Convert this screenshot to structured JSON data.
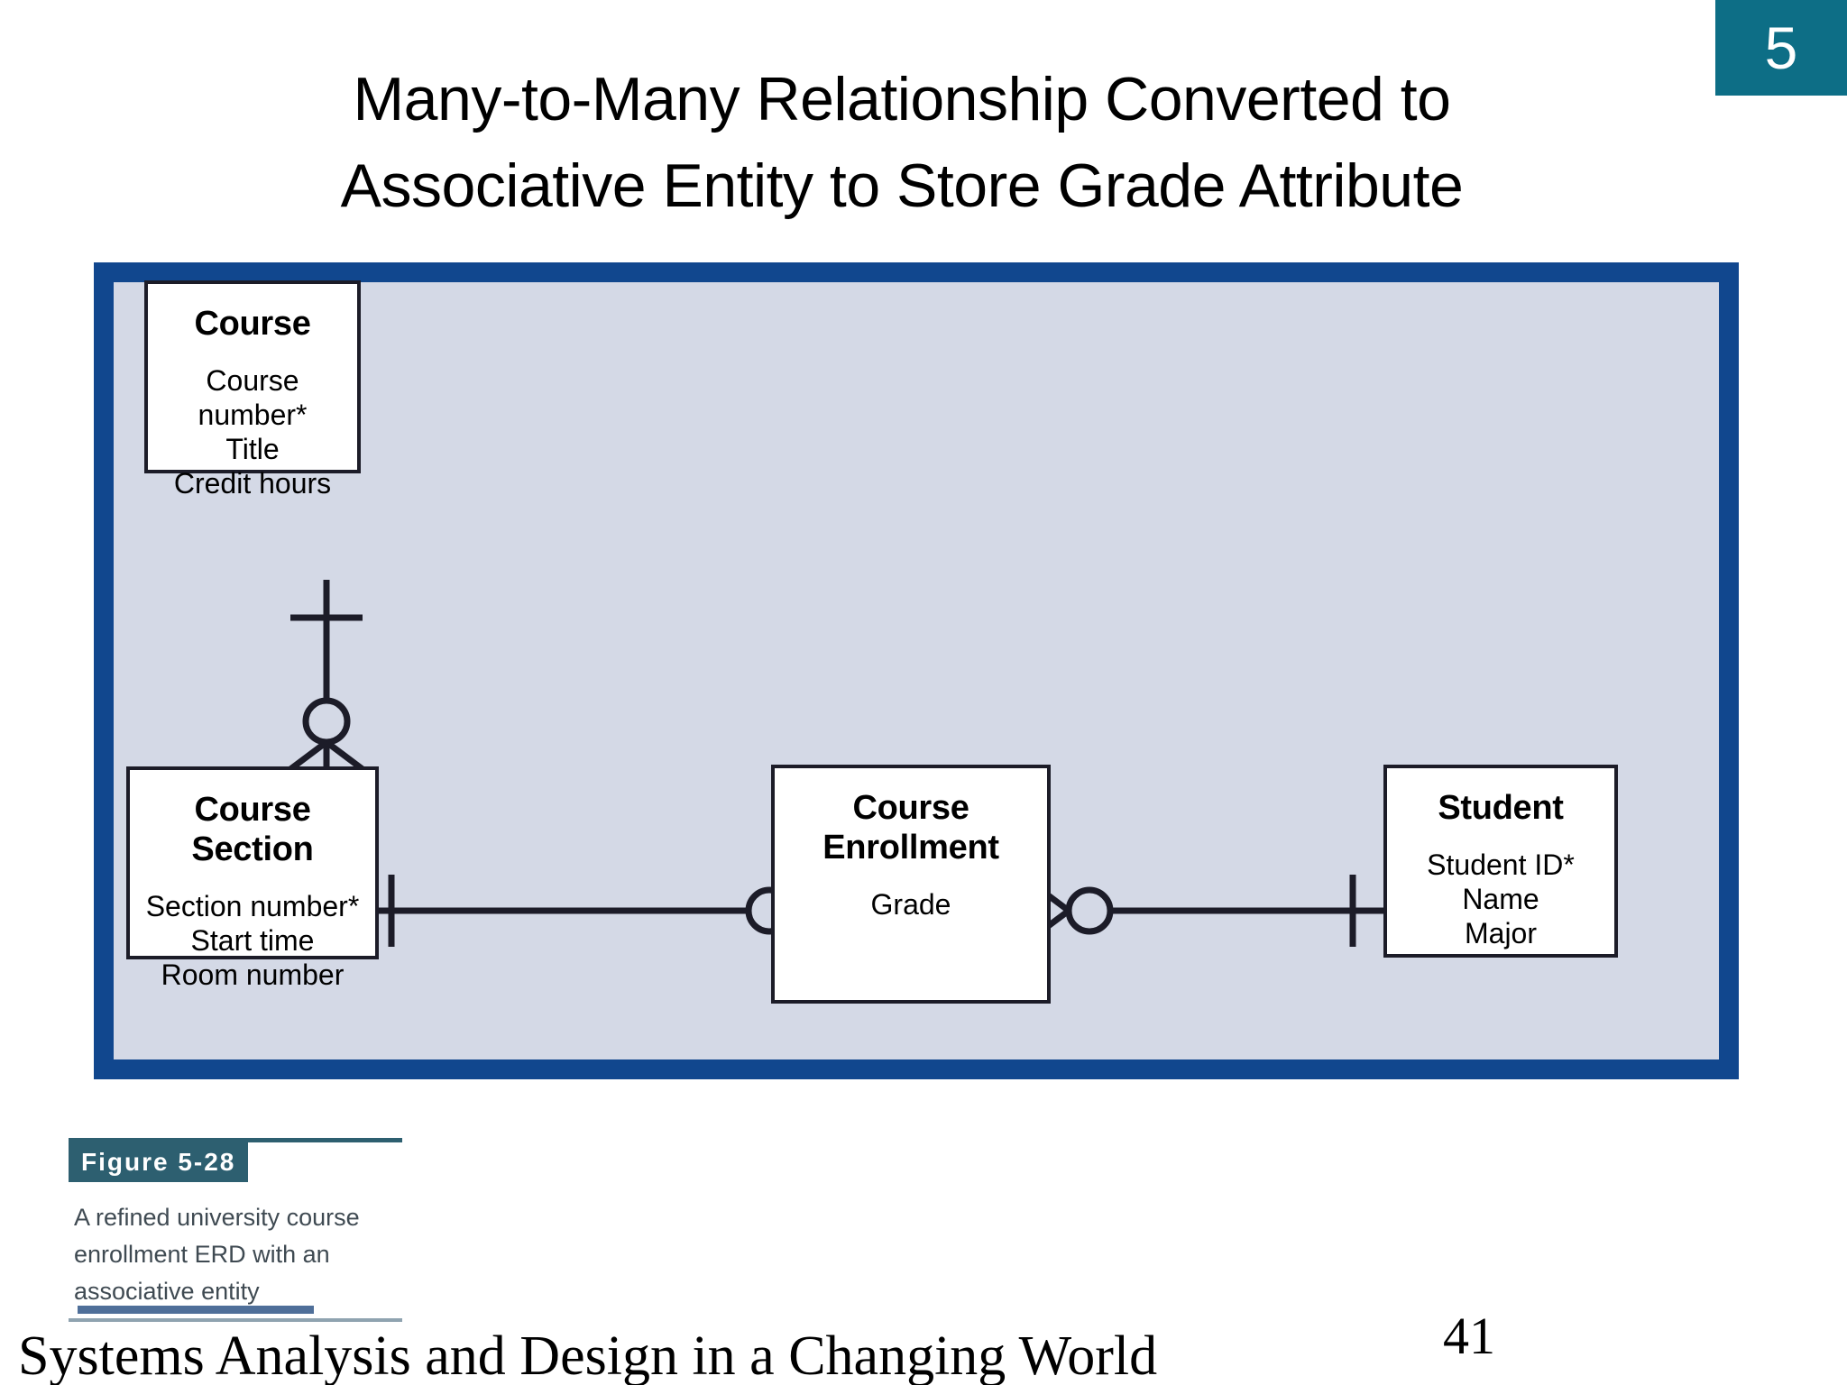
{
  "slide": {
    "page_badge": "5",
    "title_line1": "Many-to-Many Relationship Converted to",
    "title_line2": "Associative Entity to Store Grade Attribute",
    "accent_teal": "#0d6e86",
    "frame_border_blue": "#11478e",
    "frame_fill": "#d4d9e6"
  },
  "figure": {
    "tag": "Figure 5-28",
    "description": "A refined university course enrollment ERD with an associative entity",
    "caption_color": "#2d5f70"
  },
  "footer": {
    "book_title": "Systems Analysis and Design in a Changing World",
    "page_number": "41"
  },
  "erd": {
    "entities": [
      {
        "id": "course",
        "name": "Course",
        "attributes": [
          "Course number*",
          "Title",
          "Credit hours"
        ]
      },
      {
        "id": "course-section",
        "name": "Course Section",
        "attributes": [
          "Section number*",
          "Start time",
          "Room number"
        ]
      },
      {
        "id": "course-enrollment",
        "name_line1": "Course",
        "name_line2": "Enrollment",
        "attributes": [
          "Grade"
        ]
      },
      {
        "id": "student",
        "name": "Student",
        "attributes": [
          "Student ID*",
          "Name",
          "Major"
        ]
      }
    ],
    "relationships": [
      {
        "from": "course",
        "to": "course-section",
        "from_cardinality": "one-mandatory",
        "to_cardinality": "zero-or-many",
        "orientation": "vertical"
      },
      {
        "from": "course-section",
        "to": "course-enrollment",
        "from_cardinality": "one-mandatory",
        "to_cardinality": "zero-or-many",
        "orientation": "horizontal"
      },
      {
        "from": "course-enrollment",
        "to": "student",
        "from_cardinality": "zero-or-many",
        "to_cardinality": "one-mandatory",
        "orientation": "horizontal"
      }
    ],
    "notation": "crow's foot"
  }
}
